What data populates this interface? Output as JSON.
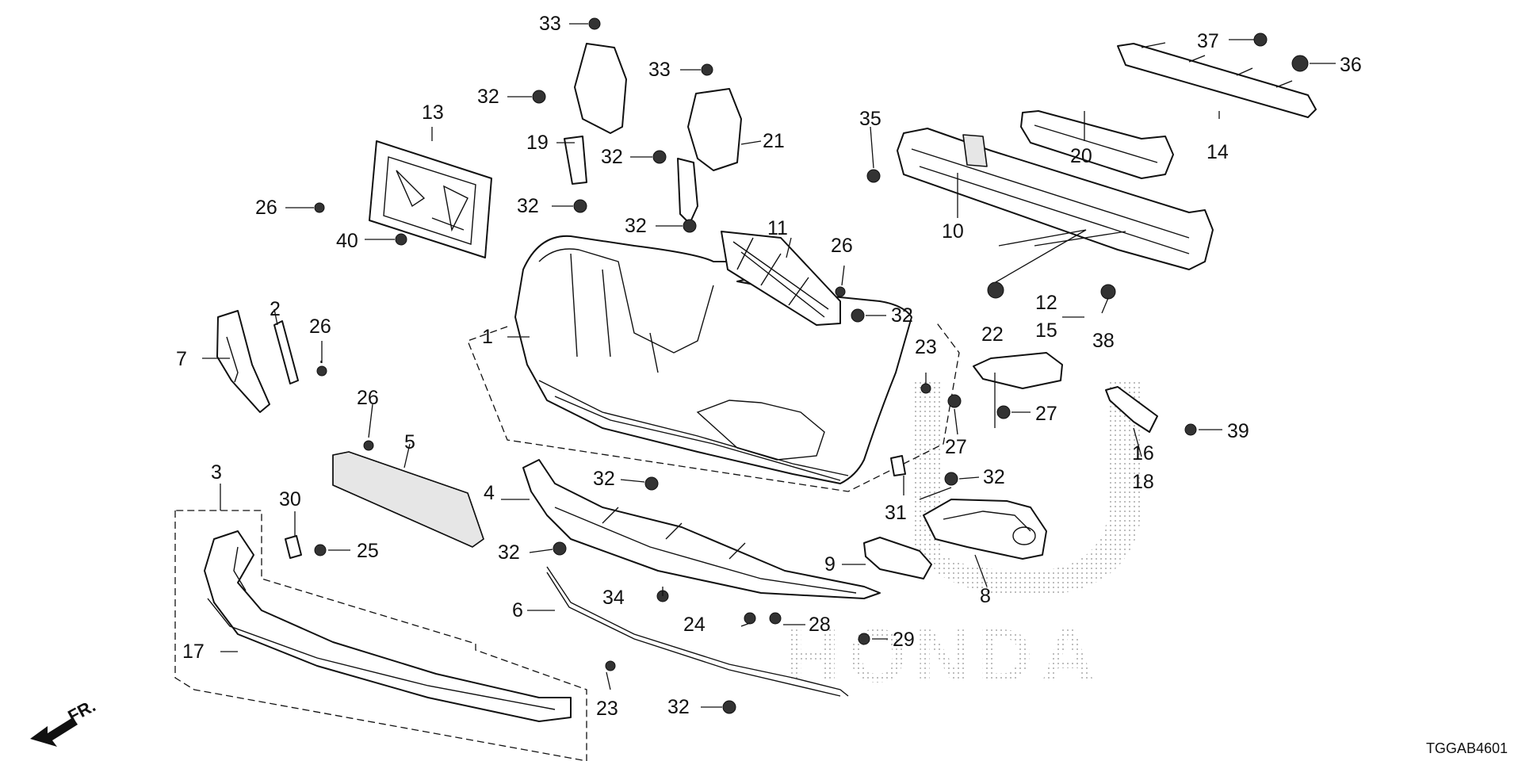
{
  "diagram_code": "TGGAB4601",
  "direction_label": "FR.",
  "brand_watermark": "HONDA",
  "callouts": [
    {
      "id": "c1",
      "label": "1"
    },
    {
      "id": "c2",
      "label": "2"
    },
    {
      "id": "c3",
      "label": "3"
    },
    {
      "id": "c4",
      "label": "4"
    },
    {
      "id": "c5",
      "label": "5"
    },
    {
      "id": "c6",
      "label": "6"
    },
    {
      "id": "c7",
      "label": "7"
    },
    {
      "id": "c8",
      "label": "8"
    },
    {
      "id": "c9",
      "label": "9"
    },
    {
      "id": "c10",
      "label": "10"
    },
    {
      "id": "c11",
      "label": "11"
    },
    {
      "id": "c12",
      "label": "12"
    },
    {
      "id": "c13",
      "label": "13"
    },
    {
      "id": "c14",
      "label": "14"
    },
    {
      "id": "c15",
      "label": "15"
    },
    {
      "id": "c16",
      "label": "16"
    },
    {
      "id": "c17",
      "label": "17"
    },
    {
      "id": "c18",
      "label": "18"
    },
    {
      "id": "c19",
      "label": "19"
    },
    {
      "id": "c20",
      "label": "20"
    },
    {
      "id": "c21",
      "label": "21"
    },
    {
      "id": "c22",
      "label": "22"
    },
    {
      "id": "c23a",
      "label": "23"
    },
    {
      "id": "c23b",
      "label": "23"
    },
    {
      "id": "c24",
      "label": "24"
    },
    {
      "id": "c25",
      "label": "25"
    },
    {
      "id": "c26a",
      "label": "26"
    },
    {
      "id": "c26b",
      "label": "26"
    },
    {
      "id": "c26c",
      "label": "26"
    },
    {
      "id": "c26d",
      "label": "26"
    },
    {
      "id": "c27a",
      "label": "27"
    },
    {
      "id": "c27b",
      "label": "27"
    },
    {
      "id": "c28",
      "label": "28"
    },
    {
      "id": "c29",
      "label": "29"
    },
    {
      "id": "c30",
      "label": "30"
    },
    {
      "id": "c31",
      "label": "31"
    },
    {
      "id": "c32a",
      "label": "32"
    },
    {
      "id": "c32b",
      "label": "32"
    },
    {
      "id": "c32c",
      "label": "32"
    },
    {
      "id": "c32d",
      "label": "32"
    },
    {
      "id": "c32e",
      "label": "32"
    },
    {
      "id": "c32f",
      "label": "32"
    },
    {
      "id": "c32g",
      "label": "32"
    },
    {
      "id": "c32h",
      "label": "32"
    },
    {
      "id": "c32i",
      "label": "32"
    },
    {
      "id": "c33a",
      "label": "33"
    },
    {
      "id": "c33b",
      "label": "33"
    },
    {
      "id": "c34",
      "label": "34"
    },
    {
      "id": "c35",
      "label": "35"
    },
    {
      "id": "c36",
      "label": "36"
    },
    {
      "id": "c37",
      "label": "37"
    },
    {
      "id": "c38",
      "label": "38"
    },
    {
      "id": "c39",
      "label": "39"
    },
    {
      "id": "c40",
      "label": "40"
    }
  ]
}
